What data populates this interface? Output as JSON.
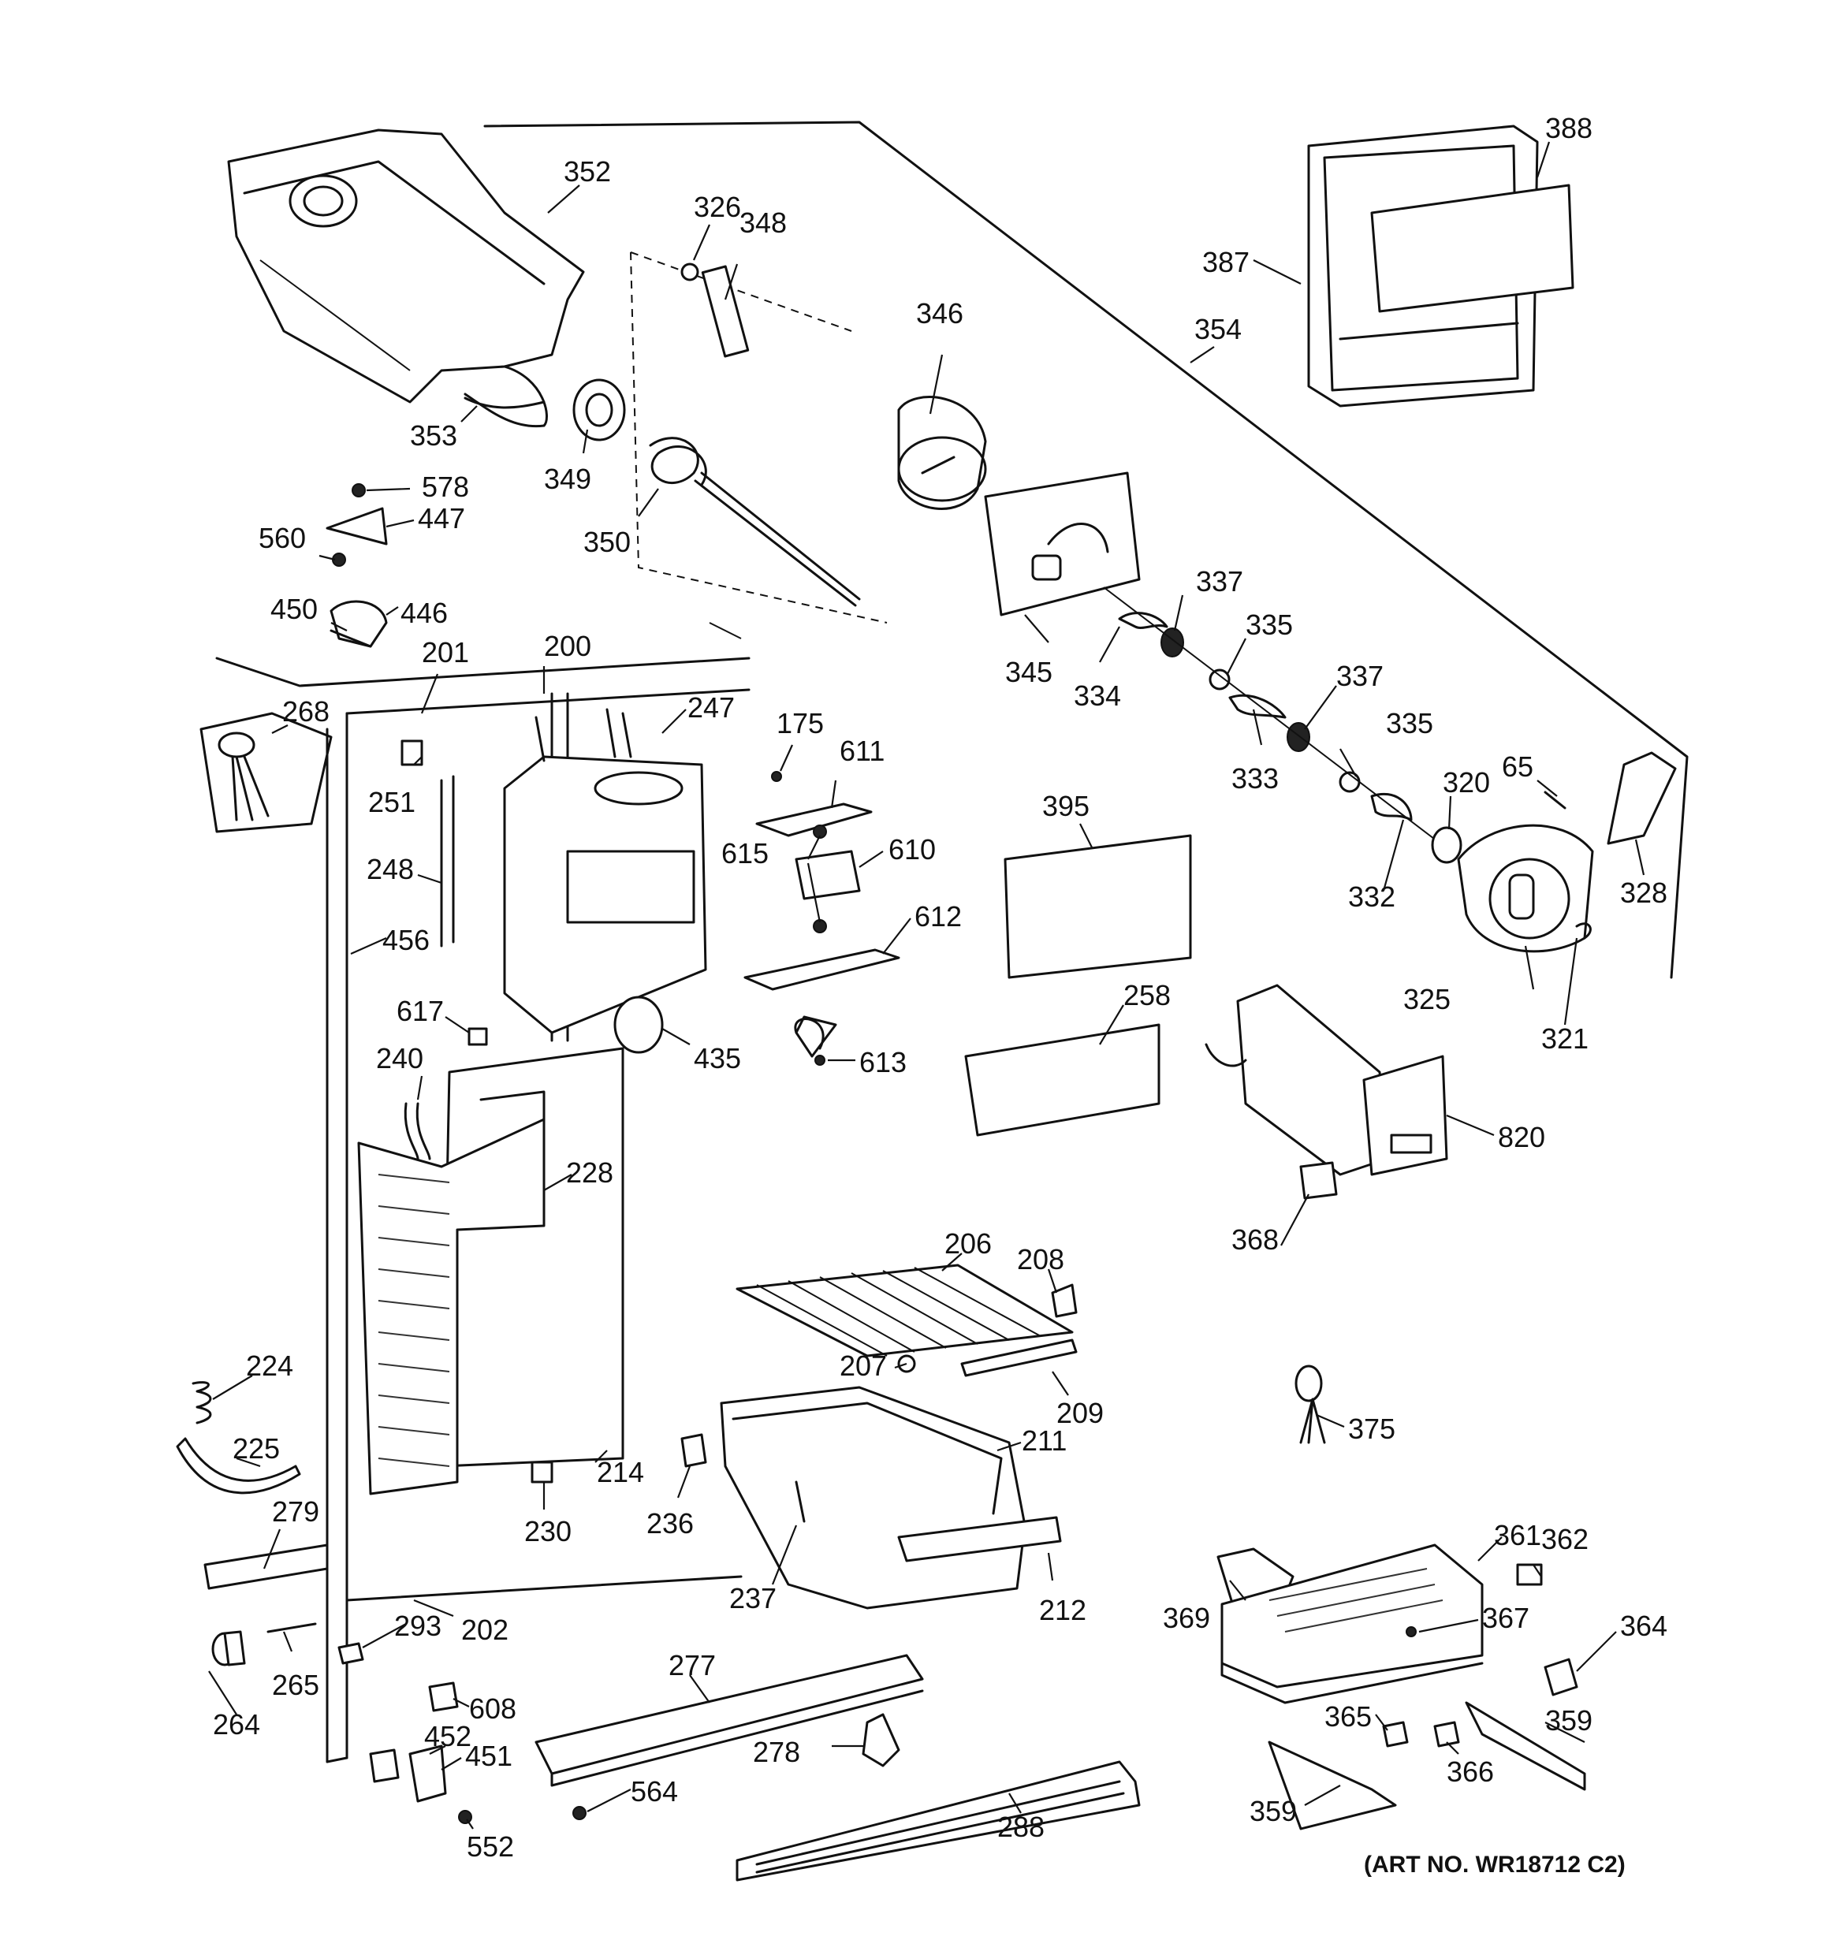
{
  "diagram": {
    "art_number": "(ART NO. WR18712 C2)",
    "callouts": [
      {
        "id": "388",
        "label": "388"
      },
      {
        "id": "387",
        "label": "387"
      },
      {
        "id": "354",
        "label": "354"
      },
      {
        "id": "352",
        "label": "352"
      },
      {
        "id": "326",
        "label": "326"
      },
      {
        "id": "348",
        "label": "348"
      },
      {
        "id": "346",
        "label": "346"
      },
      {
        "id": "353",
        "label": "353"
      },
      {
        "id": "349",
        "label": "349"
      },
      {
        "id": "350",
        "label": "350"
      },
      {
        "id": "578",
        "label": "578"
      },
      {
        "id": "447",
        "label": "447"
      },
      {
        "id": "560",
        "label": "560"
      },
      {
        "id": "450",
        "label": "450"
      },
      {
        "id": "446",
        "label": "446"
      },
      {
        "id": "201",
        "label": "201"
      },
      {
        "id": "200",
        "label": "200"
      },
      {
        "id": "268",
        "label": "268"
      },
      {
        "id": "247",
        "label": "247"
      },
      {
        "id": "175",
        "label": "175"
      },
      {
        "id": "611",
        "label": "611"
      },
      {
        "id": "337a",
        "label": "337"
      },
      {
        "id": "335a",
        "label": "335"
      },
      {
        "id": "345",
        "label": "345"
      },
      {
        "id": "334",
        "label": "334"
      },
      {
        "id": "337b",
        "label": "337"
      },
      {
        "id": "335b",
        "label": "335"
      },
      {
        "id": "333",
        "label": "333"
      },
      {
        "id": "65",
        "label": "65"
      },
      {
        "id": "320",
        "label": "320"
      },
      {
        "id": "251",
        "label": "251"
      },
      {
        "id": "395",
        "label": "395"
      },
      {
        "id": "610",
        "label": "610"
      },
      {
        "id": "615",
        "label": "615"
      },
      {
        "id": "612",
        "label": "612"
      },
      {
        "id": "248",
        "label": "248"
      },
      {
        "id": "328",
        "label": "328"
      },
      {
        "id": "332",
        "label": "332"
      },
      {
        "id": "456",
        "label": "456"
      },
      {
        "id": "325",
        "label": "325"
      },
      {
        "id": "617",
        "label": "617"
      },
      {
        "id": "258",
        "label": "258"
      },
      {
        "id": "321",
        "label": "321"
      },
      {
        "id": "435",
        "label": "435"
      },
      {
        "id": "613",
        "label": "613"
      },
      {
        "id": "240",
        "label": "240"
      },
      {
        "id": "228",
        "label": "228"
      },
      {
        "id": "820",
        "label": "820"
      },
      {
        "id": "368",
        "label": "368"
      },
      {
        "id": "206",
        "label": "206"
      },
      {
        "id": "208",
        "label": "208"
      },
      {
        "id": "224",
        "label": "224"
      },
      {
        "id": "207",
        "label": "207"
      },
      {
        "id": "209",
        "label": "209"
      },
      {
        "id": "375",
        "label": "375"
      },
      {
        "id": "211",
        "label": "211"
      },
      {
        "id": "225",
        "label": "225"
      },
      {
        "id": "214",
        "label": "214"
      },
      {
        "id": "279",
        "label": "279"
      },
      {
        "id": "236",
        "label": "236"
      },
      {
        "id": "230",
        "label": "230"
      },
      {
        "id": "361",
        "label": "361"
      },
      {
        "id": "362",
        "label": "362"
      },
      {
        "id": "237",
        "label": "237"
      },
      {
        "id": "369",
        "label": "369"
      },
      {
        "id": "212",
        "label": "212"
      },
      {
        "id": "367",
        "label": "367"
      },
      {
        "id": "293",
        "label": "293"
      },
      {
        "id": "202",
        "label": "202"
      },
      {
        "id": "364",
        "label": "364"
      },
      {
        "id": "265",
        "label": "265"
      },
      {
        "id": "277",
        "label": "277"
      },
      {
        "id": "608",
        "label": "608"
      },
      {
        "id": "264",
        "label": "264"
      },
      {
        "id": "452",
        "label": "452"
      },
      {
        "id": "365",
        "label": "365"
      },
      {
        "id": "359a",
        "label": "359"
      },
      {
        "id": "451",
        "label": "451"
      },
      {
        "id": "278",
        "label": "278"
      },
      {
        "id": "366",
        "label": "366"
      },
      {
        "id": "564",
        "label": "564"
      },
      {
        "id": "288",
        "label": "288"
      },
      {
        "id": "359b",
        "label": "359"
      },
      {
        "id": "552",
        "label": "552"
      }
    ]
  }
}
